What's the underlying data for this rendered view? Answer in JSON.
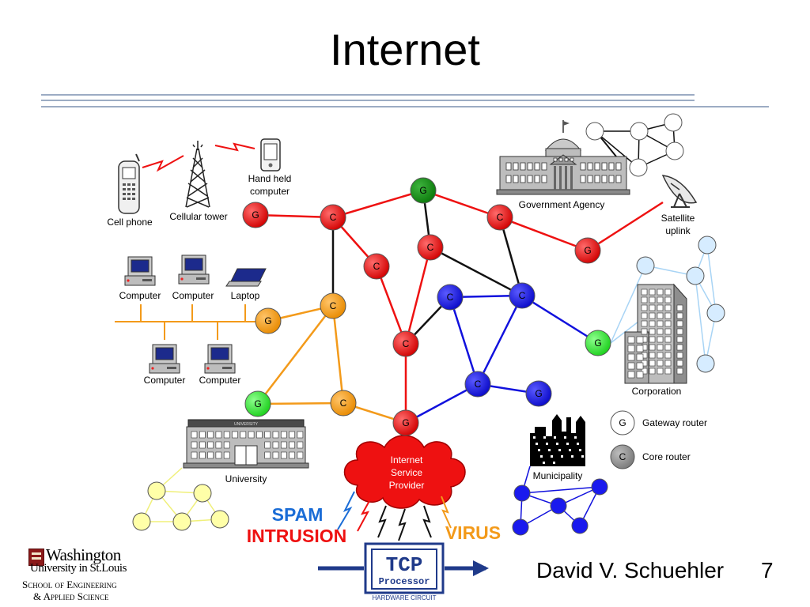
{
  "slide": {
    "title": "Internet",
    "author": "David V. Schuehler",
    "page_number": "7"
  },
  "logo": {
    "line1": "Washington",
    "line2": "University in St.Louis",
    "line3": "School of Engineering",
    "line4": "& Applied Science"
  },
  "device_labels": {
    "cell_phone": "Cell phone",
    "cellular_tower": "Cellular tower",
    "hand_held_1": "Hand held",
    "hand_held_2": "computer",
    "computer_1": "Computer",
    "computer_2": "Computer",
    "laptop": "Laptop",
    "computer_3": "Computer",
    "computer_4": "Computer",
    "government": "Government Agency",
    "satellite_1": "Satellite",
    "satellite_2": "uplink",
    "corporation": "Corporation",
    "university": "University",
    "university_sign": "UNIVERSITY",
    "municipality": "Municipality"
  },
  "isp": {
    "line1": "Internet",
    "line2": "Service",
    "line3": "Provider"
  },
  "node_letters": {
    "gateway": "G",
    "core": "C"
  },
  "legend": {
    "gateway_symbol": "G",
    "gateway_label": "Gateway router",
    "core_symbol": "C",
    "core_label": "Core router"
  },
  "threats": {
    "spam": "SPAM",
    "intrusion": "INTRUSION",
    "virus": "VIRUS"
  },
  "tcp_box": {
    "line1": "TCP",
    "line2": "Processor",
    "caption": "HARDWARE CIRCUIT"
  },
  "colors": {
    "red": "#ee1111",
    "orange": "#f39a1a",
    "blue": "#1111dd",
    "dark_green": "#118811",
    "light_green": "#22dd22",
    "light_blue_node": "#d6ecff",
    "light_yellow_node": "#ffffa8",
    "spam_blue": "#1a6cd6",
    "intrusion_red": "#ee1111",
    "virus_orange": "#f39a1a",
    "tcp_navy": "#1f3a8a"
  }
}
